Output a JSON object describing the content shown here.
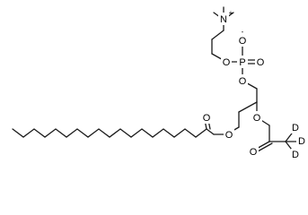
{
  "structure": {
    "atoms": {
      "n_label": "N",
      "n_charge": "+",
      "p_label": "P",
      "o_ester_p": "O",
      "o_minus_label": "O",
      "o_minus_charge": "-",
      "o_double_p": "O",
      "o_glycerol": "O",
      "o_acetate_ester": "O",
      "o_acetate_carbonyl": "O",
      "o_stearoyl_ester": "O",
      "o_stearoyl_carbonyl": "O",
      "d1": "D",
      "d2": "D",
      "d3": "D"
    }
  }
}
